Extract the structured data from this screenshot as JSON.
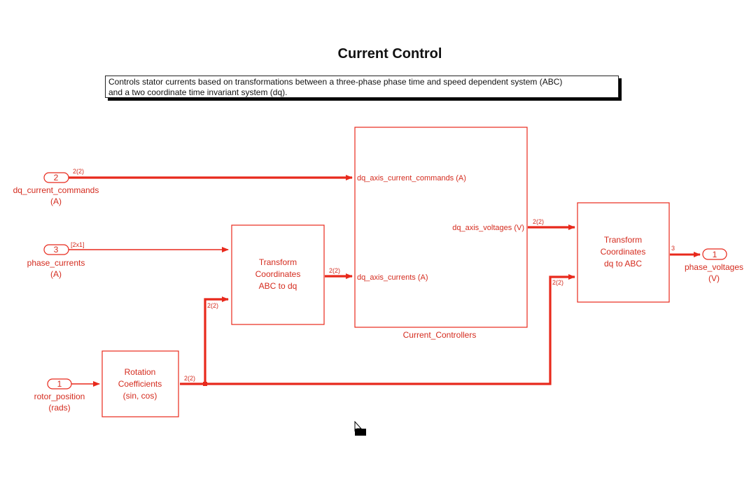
{
  "page": {
    "title": "Current Control",
    "description_line1": "Controls stator currents based on transformations between a three-phase phase time and speed dependent system (ABC)",
    "description_line2": "and a two coordinate time invariant system (dq)."
  },
  "colors": {
    "accent": "#e8291c",
    "text": "#d42b1e",
    "background": "#ffffff"
  },
  "inports": [
    {
      "number": "2",
      "label_line1": "dq_current_commands",
      "label_line2": "(A)"
    },
    {
      "number": "3",
      "label_line1": "phase_currents",
      "label_line2": "(A)"
    },
    {
      "number": "1",
      "label_line1": "rotor_position",
      "label_line2": "(rads)"
    }
  ],
  "outport": {
    "number": "1",
    "label_line1": "phase_voltages",
    "label_line2": "(V)"
  },
  "blocks": {
    "abc_to_dq": [
      "Transform",
      "Coordinates",
      "ABC to dq"
    ],
    "rotation": [
      "Rotation",
      "Coefficients",
      "(sin, cos)"
    ],
    "dq_to_abc": [
      "Transform",
      "Coordinates",
      "dq to ABC"
    ],
    "controllers": {
      "name": "Current_Controllers",
      "port_commands": "dq_axis_current_commands (A)",
      "port_currents": "dq_axis_currents (A)",
      "port_voltages": "dq_axis_voltages (V)"
    }
  },
  "signals": {
    "commands_dim": "2(2)",
    "phase_currents_dim": "[2x1]",
    "abc_out_dim": "2(2)",
    "controller_out_dim": "2(2)",
    "phase_voltages_dim": "3",
    "rotation_out_dim": "2(2)",
    "rotation_to_abc_dim": "2(2)",
    "rotation_to_dq_dim": "2(2)"
  }
}
